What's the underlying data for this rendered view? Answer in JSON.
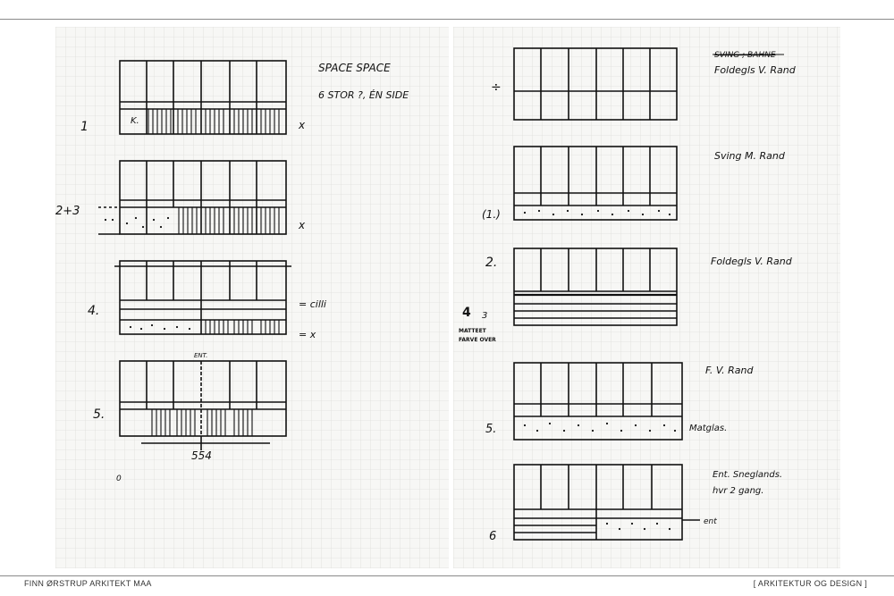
{
  "footer": {
    "left_text": "FINN ØRSTRUP  ARKITEKT  MAA",
    "right_text": "[ ARKITEKTUR OG DESIGN ]"
  },
  "left_page": {
    "note_title": "SPACE   SPACE",
    "note_sub": "6 STOR ?, ÉN SIDE",
    "k_label": "K.",
    "sketches": [
      {
        "label": "1",
        "mark": "x"
      },
      {
        "label": "2+3",
        "mark": "x"
      },
      {
        "label": "4.",
        "mark_top": "= cilli",
        "mark_bottom": "= x"
      },
      {
        "label": "5.",
        "ent_label": "ENT.",
        "dimension": "554",
        "zero": "0"
      }
    ]
  },
  "right_page": {
    "sketches": [
      {
        "label": "÷",
        "note_struck": "SVING ; BAHNE",
        "note": "Foldegls V. Rand"
      },
      {
        "label": "(1.)",
        "note": "Sving M. Rand"
      },
      {
        "label": "2.",
        "note": "Foldegls V. Rand",
        "side_4": "4",
        "side_3": "3",
        "side_note_1": "MATTEET",
        "side_note_2": "FARVE OVER"
      },
      {
        "label": "5.",
        "note": "F. V. Rand",
        "note_right": "Matglas."
      },
      {
        "label": "6",
        "note_1": "Ent. Sneglands.",
        "note_2": "hvr 2 gang.",
        "note_right": "ent"
      }
    ]
  }
}
